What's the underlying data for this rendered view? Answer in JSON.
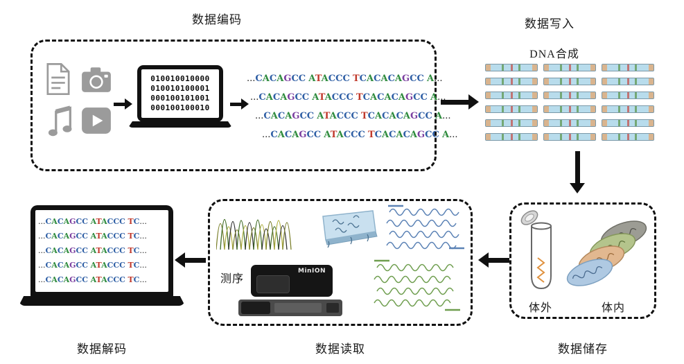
{
  "section_labels": {
    "encode": "数据编码",
    "write": "数据写入",
    "decode": "数据解码",
    "read": "数据读取",
    "store": "数据储存"
  },
  "encode": {
    "binary_lines": [
      "010010010000",
      "010010100001",
      "000100101001",
      "000100100010"
    ],
    "dna_lines": [
      "...CACAGCC ATACCC TCACACAGCC A...",
      "...CACAGCC ATACCC TCACACAGCC A...",
      "...CACAGCC ATACCC TCACACAGCC A...",
      "...CACAGCC ATACCC TCACACAGCC A..."
    ]
  },
  "write": {
    "dna_synthesis_label": "DNA合成",
    "strand_count": 18,
    "strand_colors": {
      "body": "#b8dcec",
      "cap": "#d9b48e",
      "tick1": "#74a874",
      "tick2": "#c27474",
      "outline": "#7a98a8"
    }
  },
  "store": {
    "in_vitro": "体外",
    "in_vivo": "体内"
  },
  "read": {
    "sequencing_label": "测序",
    "device_label": "MinION"
  },
  "decode": {
    "dna_lines": [
      "...CACAGCC ATACCC TC...",
      "...CACAGCC ATACCC TC...",
      "...CACAGCC ATACCC TC...",
      "...CACAGCC ATACCC TC...",
      "...CACAGCC ATACCC TC..."
    ]
  },
  "base_colors": {
    "A": "#2e8b3d",
    "C": "#2f5fa5",
    "G": "#7b3fa0",
    "T": "#c0392b",
    "other": "#222222"
  }
}
